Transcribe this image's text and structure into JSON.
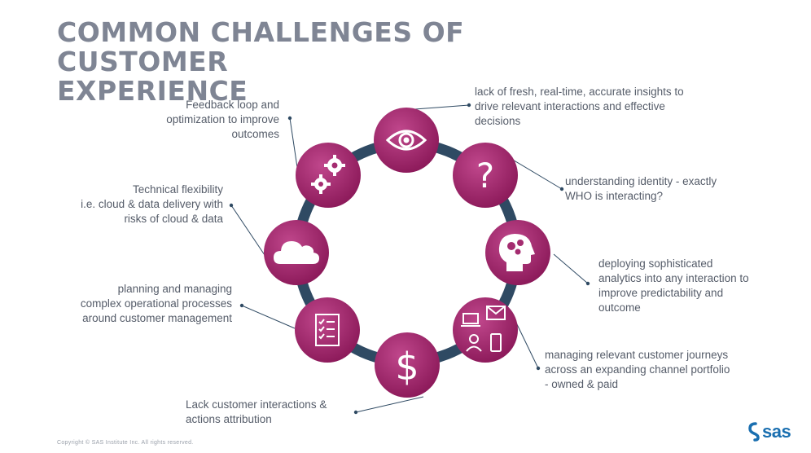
{
  "title": {
    "line1": "COMMON CHALLENGES OF CUSTOMER",
    "line2": "EXPERIENCE"
  },
  "challenges": [
    {
      "icon": "eye-icon",
      "lines": [
        "lack of fresh, real-time, accurate insights to",
        "drive relevant interactions and effective",
        "decisions"
      ]
    },
    {
      "icon": "question-mark-icon",
      "lines": [
        "understanding identity - exactly",
        "WHO is interacting?"
      ]
    },
    {
      "icon": "head-gears-icon",
      "lines": [
        "deploying sophisticated",
        "analytics into any interaction to",
        "improve predictability and",
        "outcome"
      ]
    },
    {
      "icon": "devices-icon",
      "lines": [
        "managing relevant customer journeys",
        "across an expanding channel portfolio",
        "- owned & paid"
      ]
    },
    {
      "icon": "dollar-icon",
      "lines": [
        "Lack customer interactions &",
        "actions attribution"
      ]
    },
    {
      "icon": "checklist-icon",
      "lines": [
        "planning and managing",
        "complex operational processes",
        "around customer management"
      ]
    },
    {
      "icon": "cloud-icon",
      "lines": [
        "Technical flexibility",
        "i.e. cloud & data delivery with",
        "risks of cloud & data"
      ]
    },
    {
      "icon": "gears-icon",
      "lines": [
        "Feedback loop and",
        "optimization to improve",
        "outcomes"
      ]
    }
  ],
  "colors": {
    "ring": "#2f4a63",
    "circle_dark": "#8e1a5c",
    "circle_light": "#c0478c",
    "title": "#7f8594",
    "connector": "#2f4a63"
  },
  "footer": {
    "copyright": "Copyright © SAS Institute Inc. All rights reserved.",
    "logo_text": "sas"
  }
}
